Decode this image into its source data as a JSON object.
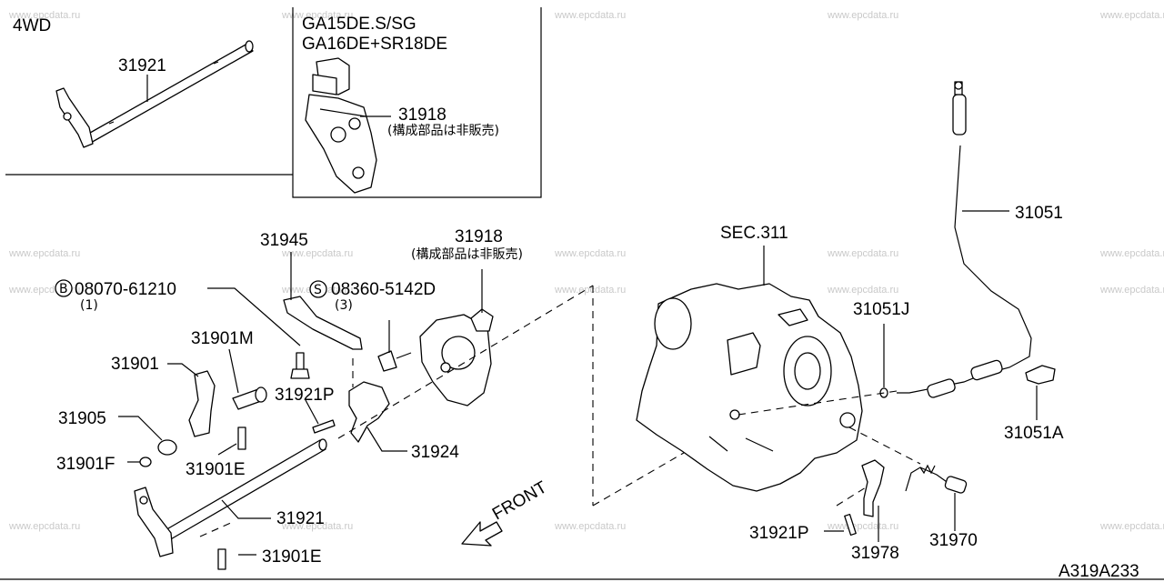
{
  "diagram": {
    "drawing_code": "A319A233",
    "variant_label": "4WD",
    "engine_codes": [
      "GA15DE.S/SG",
      "GA16DE+SR18DE"
    ],
    "front_label": "FRONT",
    "watermark": "www.epcdata.ru",
    "parts": {
      "p31921_top": "31921",
      "p31918_top": "31918",
      "p31918_top_note": "(構成部品は非販売)",
      "p31945": "31945",
      "p31918": "31918",
      "p31918_note": "(構成部品は非販売)",
      "bolt_b": "08070-61210",
      "bolt_b_qty": "(1)",
      "bolt_b_prefix": "B",
      "screw_s": "08360-5142D",
      "screw_s_qty": "(3)",
      "screw_s_prefix": "S",
      "p31901M": "31901M",
      "p31901": "31901",
      "p31921P": "31921P",
      "p31905": "31905",
      "p31901F": "31901F",
      "p31901E": "31901E",
      "p31924": "31924",
      "p31921": "31921",
      "p31901E_b": "31901E",
      "sec": "SEC.311",
      "p31051": "31051",
      "p31051J": "31051J",
      "p31051A": "31051A",
      "p31921P_b": "31921P",
      "p31978": "31978",
      "p31970": "31970"
    }
  }
}
